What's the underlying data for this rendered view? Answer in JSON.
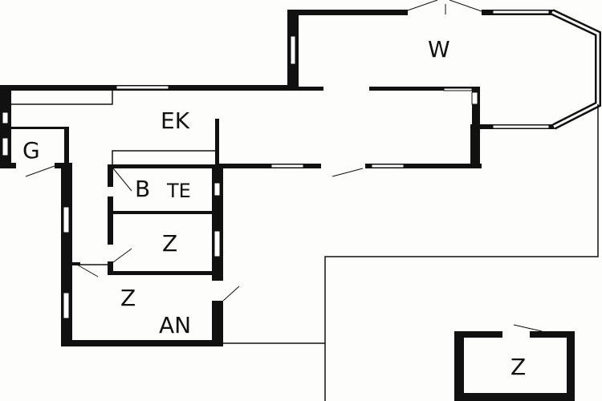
{
  "rooms": {
    "living": "W",
    "kitchen_dining": "EK",
    "guest_wc": "G",
    "bath": "B",
    "toilet": "TE",
    "bedroom_1": "Z",
    "bedroom_2": "Z",
    "hall": "AN",
    "detached_room": "Z"
  },
  "colors": {
    "wall": "#111111",
    "background": "#fdfdfb",
    "window": "#ffffff"
  }
}
